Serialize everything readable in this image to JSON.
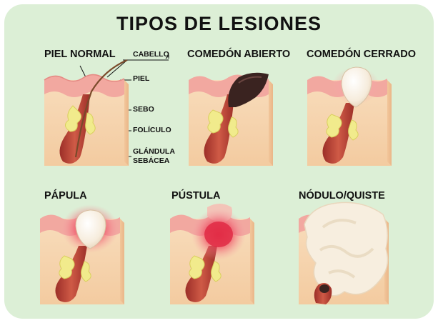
{
  "title": "TIPOS DE LESIONES",
  "colors": {
    "background_panel": "#dcefd6",
    "skin": "#f6d8b4",
    "epidermis": "#f2a8a0",
    "follicle": "#b8453a",
    "sebaceous_gland": "#f1eb8c",
    "blackhead": "#3a2320",
    "whitehead": "#f8f1e4",
    "inflammation": "#e8324c"
  },
  "lesions": [
    {
      "id": "normal",
      "label": "PIEL NORMAL",
      "icon": "normal-skin-cross-section"
    },
    {
      "id": "open",
      "label": "COMEDÓN ABIERTO",
      "icon": "open-comedone-cross-section"
    },
    {
      "id": "closed",
      "label": "COMEDÓN CERRADO",
      "icon": "closed-comedone-cross-section"
    },
    {
      "id": "papule",
      "label": "PÁPULA",
      "icon": "papule-cross-section"
    },
    {
      "id": "pustule",
      "label": "PÚSTULA",
      "icon": "pustule-cross-section"
    },
    {
      "id": "nodule",
      "label": "NÓDULO/QUISTE",
      "icon": "nodule-cyst-cross-section"
    }
  ],
  "anatomy_labels": {
    "hair": "CABELLO",
    "skin": "PIEL",
    "sebum": "SEBO",
    "follicle": "FOLÍCULO",
    "gland_line1": "GLÁNDULA",
    "gland_line2": "SEBÁCEA"
  }
}
